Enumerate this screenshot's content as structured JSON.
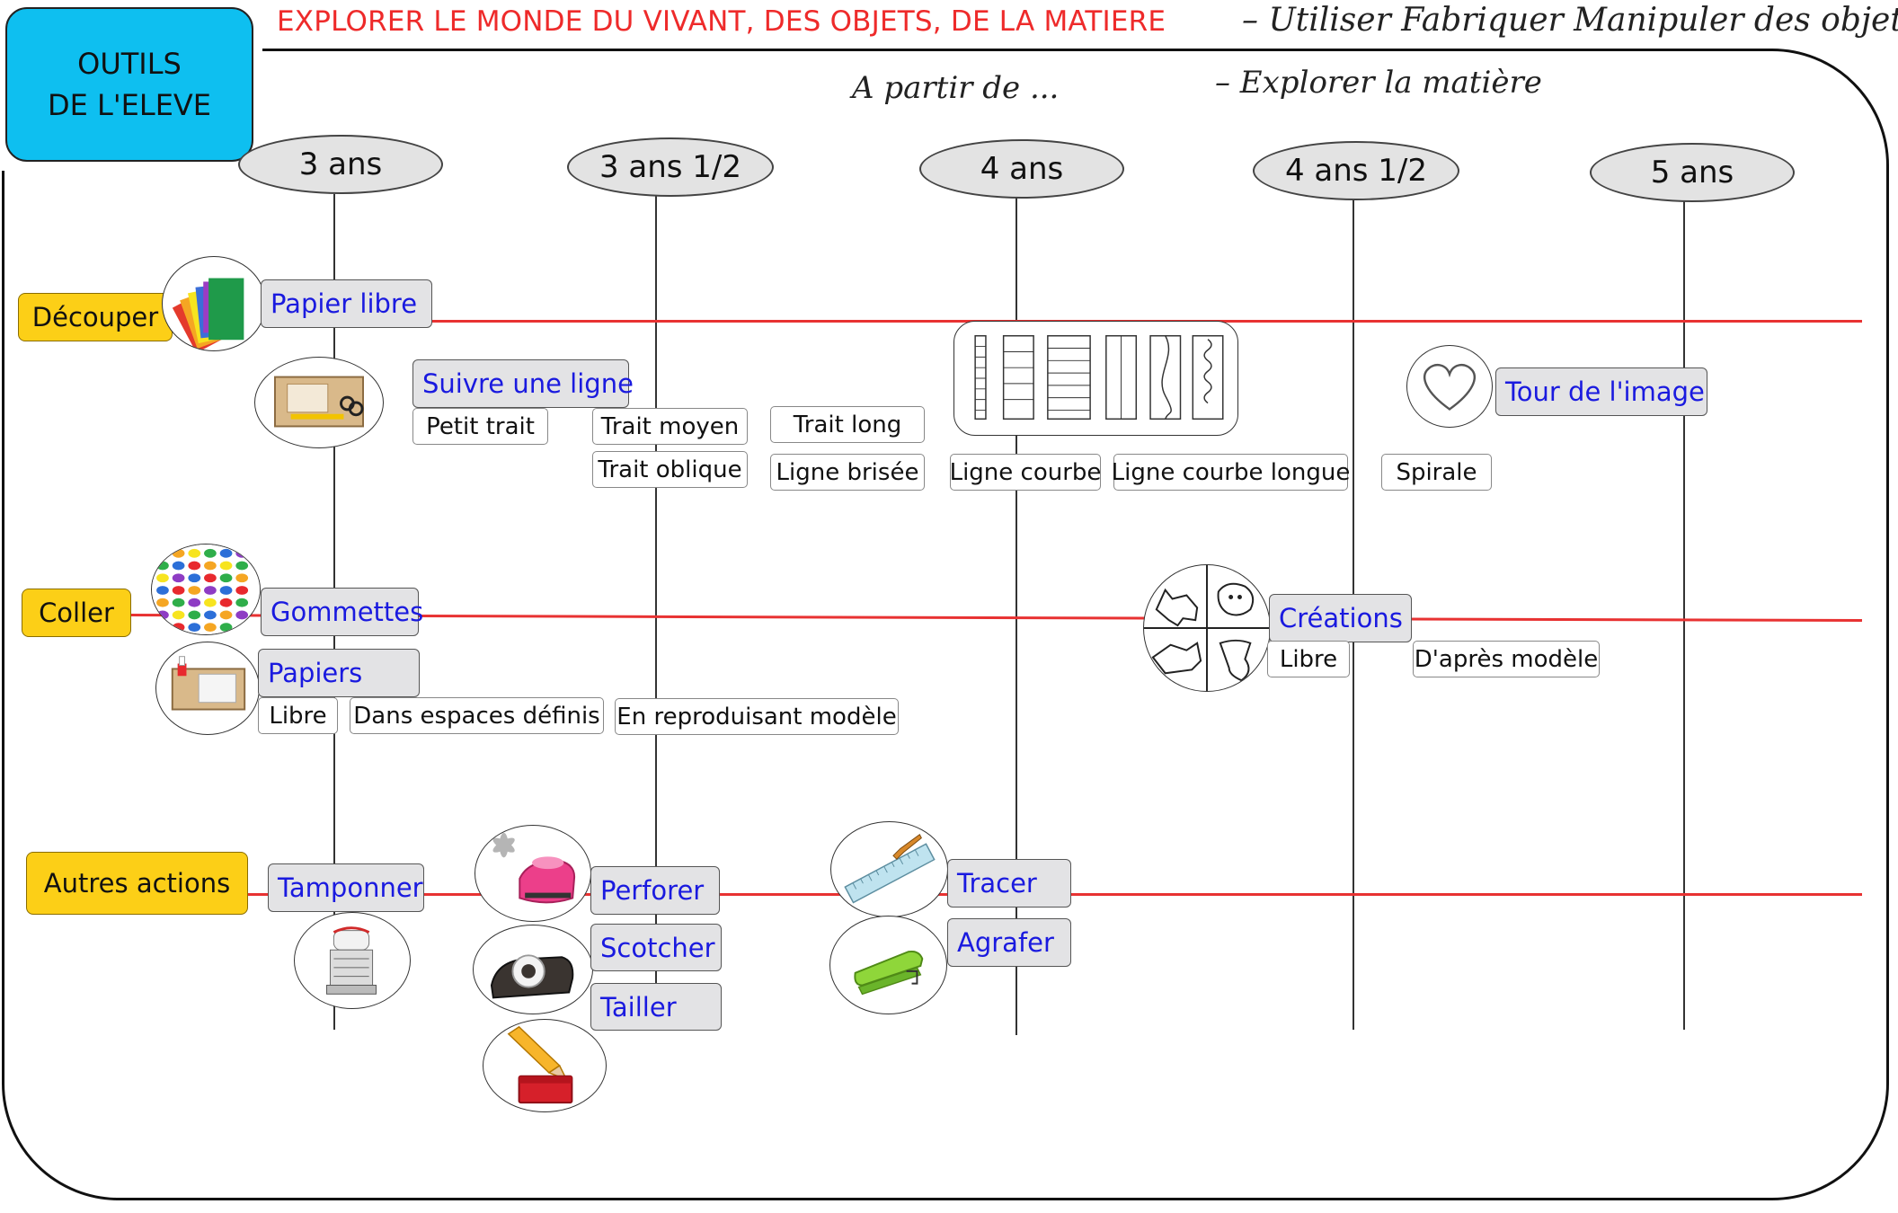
{
  "header": {
    "title_red": "EXPLORER LE MONDE DU VIVANT, DES OBJETS, DE LA MATIERE",
    "title_script": "– Utiliser Fabriquer Manipuler des objets",
    "subtitle_left": "A partir de  ...",
    "subtitle_right": "– Explorer la matière"
  },
  "tools_box": {
    "label": "OUTILS\nDE L'ELEVE",
    "color": "#0ebff0"
  },
  "ages": [
    "3 ans",
    "3 ans 1/2",
    "4 ans",
    "4 ans 1/2",
    "5 ans"
  ],
  "categories": {
    "cut": "Découper",
    "glue": "Coller",
    "other": "Autres actions"
  },
  "tools": {
    "free_paper": "Papier libre",
    "follow_line": "Suivre une ligne",
    "shape_outline": "Tour de l'image",
    "stickers": "Gommettes",
    "papers": "Papiers",
    "creations": "Créations",
    "stamp": "Tamponner",
    "punch": "Perforer",
    "tape": "Scotcher",
    "sharpen": "Tailler",
    "draw": "Tracer",
    "staple": "Agrafer"
  },
  "sub_labels": {
    "short_line": "Petit trait",
    "medium_line": "Trait moyen",
    "long_line": "Trait long",
    "oblique_line": "Trait oblique",
    "broken_line": "Ligne brisée",
    "curved_line": "Ligne courbe",
    "long_curved_line": "Ligne courbe longue",
    "spiral": "Spirale",
    "glue_free": "Libre",
    "defined_spaces": "Dans espaces définis",
    "reproduce_model": "En reproduisant modèle",
    "creations_free": "Libre",
    "from_model": "D'après modèle"
  },
  "colors": {
    "accent_red": "#e83232",
    "category_yellow": "#fccf17",
    "tool_blue_text": "#1a1adf",
    "tool_grey": "#e3e3e5"
  }
}
